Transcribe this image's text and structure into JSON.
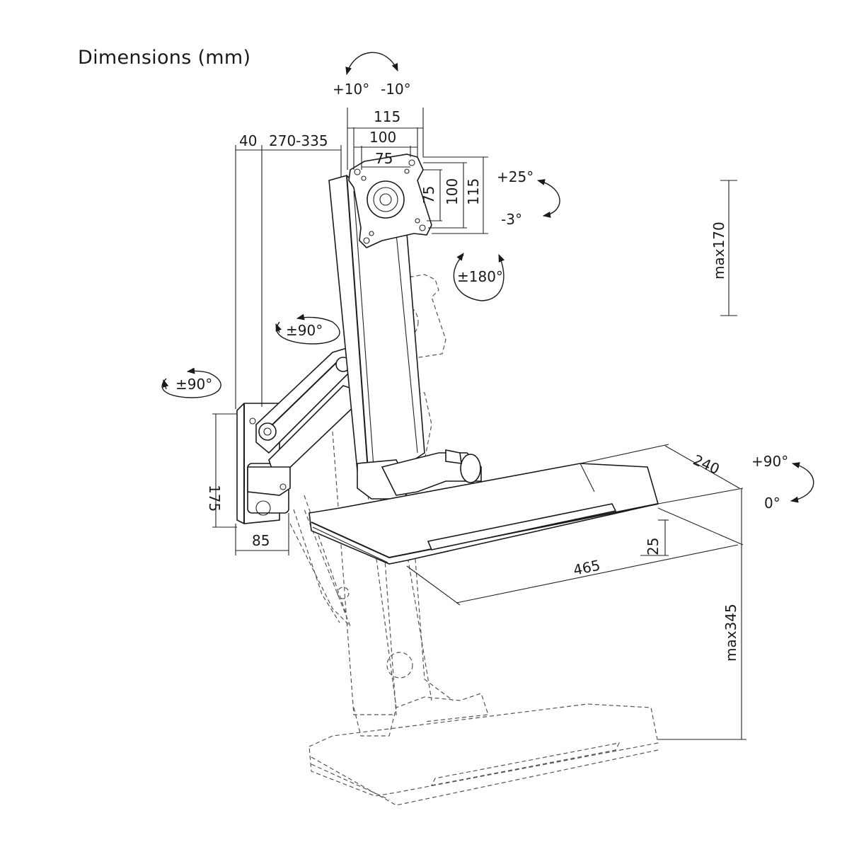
{
  "title": "Dimensions (mm)",
  "tilt": {
    "plus": "+10°",
    "minus": "-10°"
  },
  "vesa_width": {
    "w115": "115",
    "w100": "100",
    "w75": "75"
  },
  "vesa_height": {
    "h75": "75",
    "h100": "100",
    "h115": "115"
  },
  "wall_depth": {
    "d40": "40",
    "reach": "270-335"
  },
  "monitor_tilt": {
    "plus": "+25°",
    "minus": "-3°"
  },
  "rotation": "±180°",
  "monitor_height": "max170",
  "arm_swivel": "±90°",
  "wall_swivel": "±90°",
  "plate": {
    "height": "175",
    "width": "85"
  },
  "keyboard": {
    "depth": "240",
    "width": "465",
    "thickness": "25",
    "tilt_plus": "+90°",
    "tilt_zero": "0°"
  },
  "keyboard_height": "max345"
}
